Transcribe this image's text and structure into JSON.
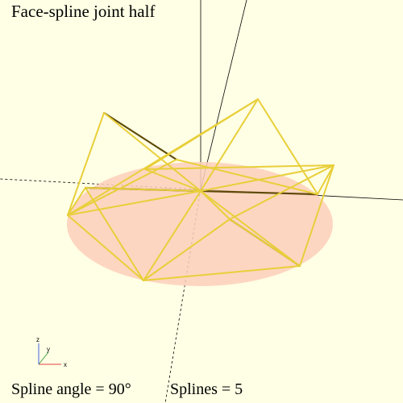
{
  "viewport": {
    "title": "Face-spline joint half",
    "spline_angle_label": "Spline angle = 90°",
    "splines_label": "Splines = 5",
    "axes_indicator": {
      "x": "x",
      "y": "y",
      "z": "z"
    }
  },
  "colors": {
    "background": "#ffffe5",
    "disc_fill": "#fdcfbb",
    "edge_light": "#e8cf3a",
    "edge_dark": "#5e4a08",
    "axis_line": "#000000"
  }
}
